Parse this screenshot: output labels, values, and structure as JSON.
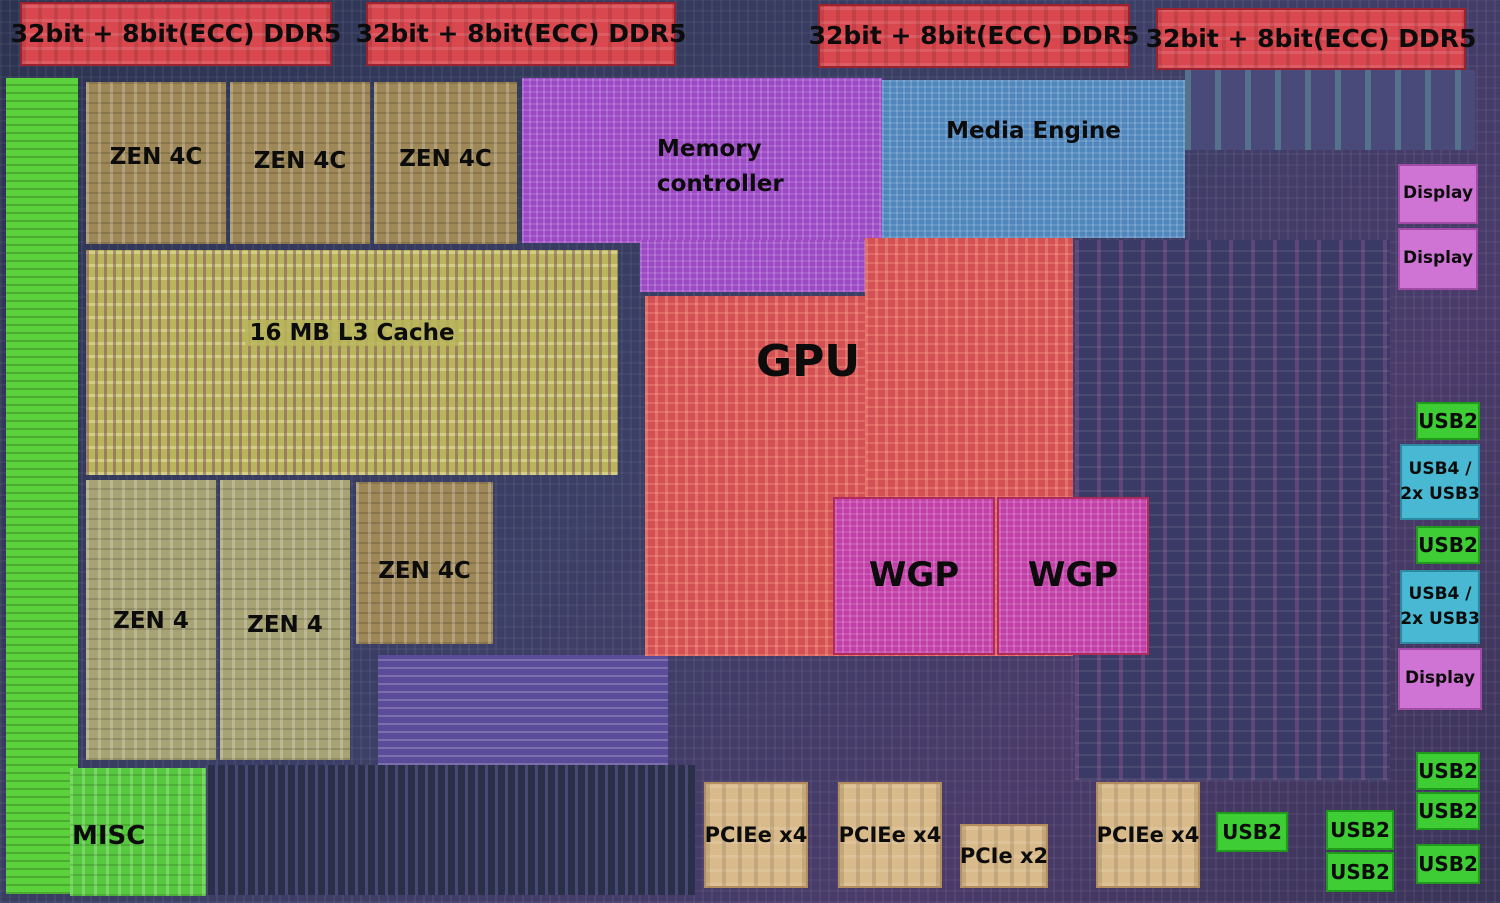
{
  "labels": {
    "ddr5": "32bit + 8bit(ECC) DDR5",
    "zen4c": "ZEN 4C",
    "zen4": "ZEN 4",
    "l3_cache": "16 MB L3 Cache",
    "memory_controller": "Memory\ncontroller",
    "media_engine": "Media Engine",
    "gpu": "GPU",
    "wgp": "WGP",
    "misc": "MISC",
    "pcie_x4": "PCIEe x4",
    "pcie_x2": "PCIe x2",
    "display": "Display",
    "usb2": "USB2",
    "usb4": "USB4 /\n2x USB3"
  },
  "colors": {
    "ddr5": "#d9474f",
    "zen4c": "#9e8858",
    "zen4": "#a7a374",
    "l3_cache": "#b9b55a",
    "memory_controller": "#9c49c6",
    "media_engine": "#4f86bc",
    "gpu": "#d35055",
    "wgp": "#c23fa7",
    "misc": "#57c93f",
    "pcie": "#d9ba8a",
    "usb2": "#3ecd35",
    "usb4": "#49b8d2",
    "display": "#cf74d4"
  }
}
